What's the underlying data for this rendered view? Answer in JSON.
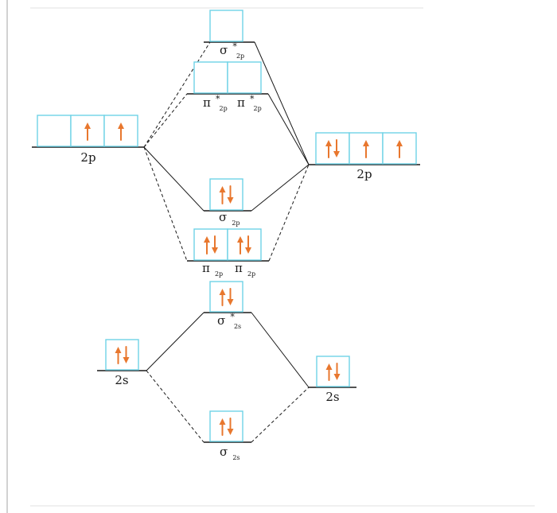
{
  "colors": {
    "box_border": "#6fd2e6",
    "electron_arrow": "#e8772e",
    "line": "#1a1a1a"
  },
  "labels": {
    "left_2p": "2p",
    "right_2p": "2p",
    "left_2s": "2s",
    "right_2s": "2s",
    "sigma2p_star": {
      "symbol": "σ",
      "sub": "2p",
      "sup": "*"
    },
    "pi2p_star_a": {
      "symbol": "π",
      "sub": "2p",
      "sup": "*"
    },
    "pi2p_star_b": {
      "symbol": "π",
      "sub": "2p",
      "sup": "*"
    },
    "sigma2p": {
      "symbol": "σ",
      "sub": "2p"
    },
    "pi2p_a": {
      "symbol": "π",
      "sub": "2p"
    },
    "pi2p_b": {
      "symbol": "π",
      "sub": "2p"
    },
    "sigma2s_star": {
      "symbol": "σ",
      "sub": "2s",
      "sup": "*"
    },
    "sigma2s": {
      "symbol": "σ",
      "sub": "2s"
    }
  },
  "orbitals": {
    "left_2p": [
      "empty",
      "up",
      "up"
    ],
    "right_2p": [
      "pair",
      "up",
      "up"
    ],
    "left_2s": [
      "pair"
    ],
    "right_2s": [
      "pair"
    ],
    "sigma2p_star": [
      "empty"
    ],
    "pi2p_star": [
      "empty",
      "empty"
    ],
    "sigma2p": [
      "pair"
    ],
    "pi2p": [
      "pair",
      "pair"
    ],
    "sigma2s_star": [
      "pair"
    ],
    "sigma2s": [
      "pair"
    ]
  }
}
